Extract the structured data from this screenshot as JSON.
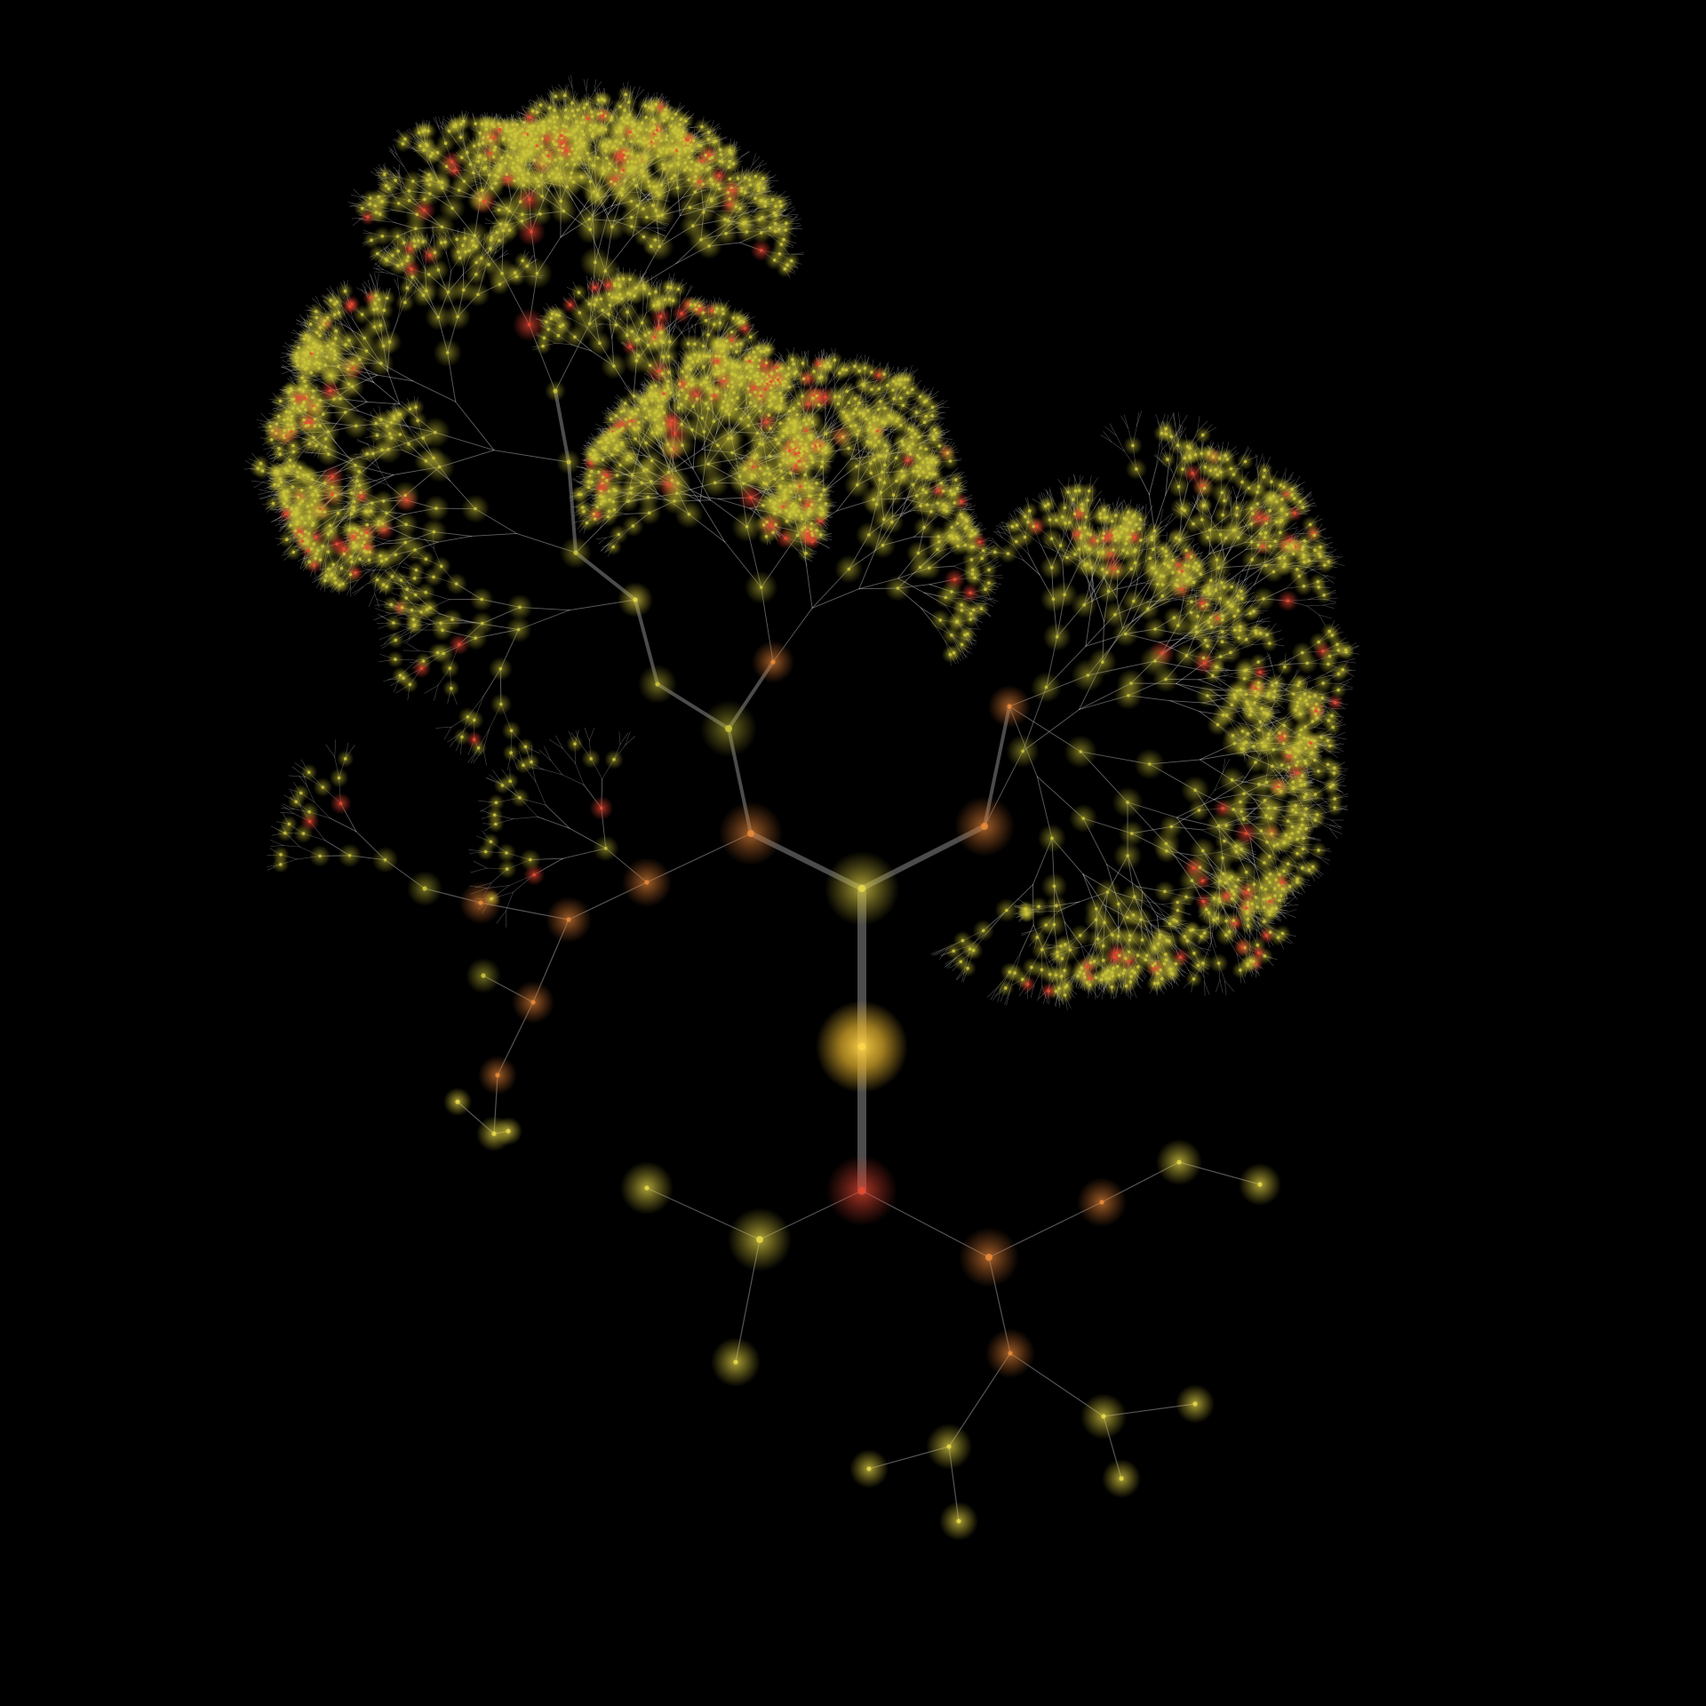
{
  "diagram": {
    "type": "radial-tree",
    "background": "#000000",
    "colors": {
      "edge": "#bfbfbf",
      "trunk": "#8a8a8a",
      "glow_yellow": "#e6c83a",
      "glow_olive": "#b8b82a",
      "glow_orange": "#e08a3a",
      "glow_red": "#d93a2a",
      "root_glow": "#f2c23a"
    },
    "hub_nodes": [
      {
        "id": "root",
        "tone": "root",
        "weight": 10
      },
      {
        "id": "upper-hub",
        "tone": "yellow",
        "weight": 6
      },
      {
        "id": "lower-hub",
        "tone": "red",
        "weight": 6
      },
      {
        "id": "left-branch",
        "tone": "orange",
        "weight": 5
      },
      {
        "id": "right-branch",
        "tone": "orange",
        "weight": 5
      },
      {
        "id": "left-arm",
        "tone": "olive",
        "weight": 4
      },
      {
        "id": "right-arm",
        "tone": "orange",
        "weight": 4
      }
    ],
    "regions": [
      {
        "id": "left-canopy",
        "density": "dense",
        "tone": "olive"
      },
      {
        "id": "top-canopy",
        "density": "dense",
        "tone": "olive"
      },
      {
        "id": "right-canopy",
        "density": "dense",
        "tone": "olive"
      },
      {
        "id": "lower-cluster",
        "density": "sparse",
        "tone": "yellow"
      }
    ]
  }
}
